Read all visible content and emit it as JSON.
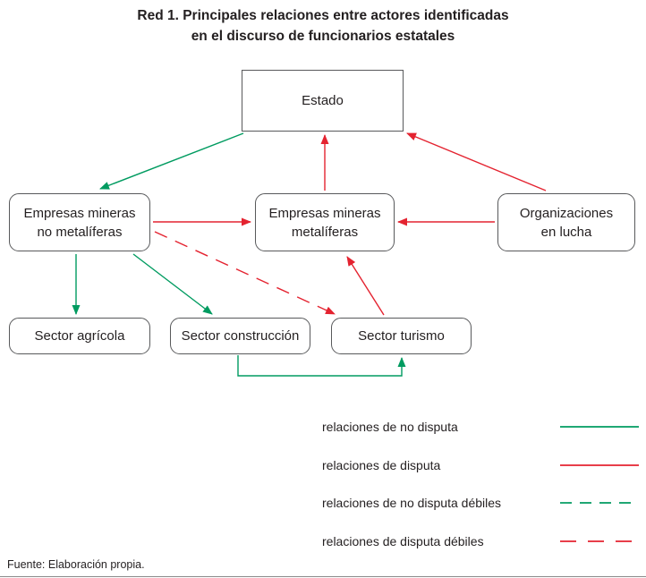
{
  "title": {
    "line1": "Red 1. Principales relaciones entre actores identificadas",
    "line2": "en el discurso de funcionarios estatales"
  },
  "nodes": {
    "estado": {
      "label": "Estado"
    },
    "mineras_no_metaliferas": {
      "line1": "Empresas mineras",
      "line2": "no metalíferas"
    },
    "mineras_metaliferas": {
      "line1": "Empresas mineras",
      "line2": "metalíferas"
    },
    "organizaciones_en_lucha": {
      "line1": "Organizaciones",
      "line2": "en lucha"
    },
    "sector_agricola": {
      "label": "Sector agrícola"
    },
    "sector_construccion": {
      "label": "Sector construcción"
    },
    "sector_turismo": {
      "label": "Sector turismo"
    }
  },
  "edges": [
    {
      "from": "Estado",
      "to": "Empresas mineras no metalíferas",
      "type": "relación de no disputa",
      "style": "solid",
      "color": "#009b60"
    },
    {
      "from": "Empresas mineras no metalíferas",
      "to": "Empresas mineras metalíferas",
      "type": "relación de disputa",
      "style": "solid",
      "color": "#e42330"
    },
    {
      "from": "Empresas mineras metalíferas",
      "to": "Estado",
      "type": "relación de disputa",
      "style": "solid",
      "color": "#e42330"
    },
    {
      "from": "Organizaciones en lucha",
      "to": "Estado",
      "type": "relación de disputa",
      "style": "solid",
      "color": "#e42330"
    },
    {
      "from": "Organizaciones en lucha",
      "to": "Empresas mineras metalíferas",
      "type": "relación de disputa",
      "style": "solid",
      "color": "#e42330"
    },
    {
      "from": "Empresas mineras no metalíferas",
      "to": "Sector agrícola",
      "type": "relación de no disputa",
      "style": "solid",
      "color": "#009b60"
    },
    {
      "from": "Empresas mineras no metalíferas",
      "to": "Sector construcción",
      "type": "relación de no disputa",
      "style": "solid",
      "color": "#009b60"
    },
    {
      "from": "Empresas mineras no metalíferas",
      "to": "Sector turismo",
      "type": "relación de disputa débil",
      "style": "dashed",
      "color": "#e42330"
    },
    {
      "from": "Sector turismo",
      "to": "Empresas mineras metalíferas",
      "type": "relación de disputa",
      "style": "solid",
      "color": "#e42330"
    },
    {
      "from": "Sector construcción",
      "to": "Sector turismo",
      "type": "relación de no disputa",
      "style": "solid",
      "color": "#009b60"
    }
  ],
  "legend": [
    {
      "label": "relaciones de no disputa",
      "color": "#009b60",
      "style": "solid"
    },
    {
      "label": "relaciones de disputa",
      "color": "#e42330",
      "style": "solid"
    },
    {
      "label": "relaciones de no disputa débiles",
      "color": "#009b60",
      "style": "dashed"
    },
    {
      "label": "relaciones de disputa débiles",
      "color": "#e42330",
      "style": "dashed"
    }
  ],
  "colors": {
    "green": "#009b60",
    "red": "#e42330",
    "node_border": "#58595b",
    "text": "#231f20"
  },
  "footer": "Fuente: Elaboración propia."
}
